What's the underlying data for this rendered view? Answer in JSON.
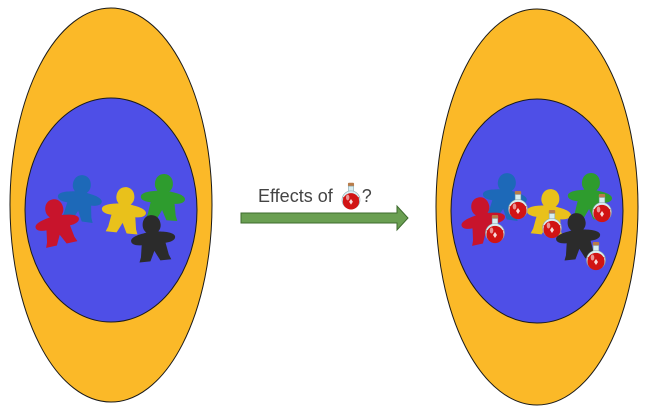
{
  "diagram": {
    "caption_prefix": "Effects of",
    "caption_suffix": "?",
    "caption_icon": "potion-icon",
    "colors": {
      "outer_ring": "#FBB928",
      "inner_disc": "#4E4FE7",
      "arrow": "#6A9F52",
      "potion_glass": "#D8EEF2",
      "potion_liquid": "#D11414",
      "potion_cork": "#B87C4A",
      "meeple_red": "#C8142C",
      "meeple_blue": "#1D69B8",
      "meeple_yellow": "#E9C11B",
      "meeple_green": "#2E9C2E",
      "meeple_black": "#2B2B2B"
    },
    "before_group": {
      "meeples": [
        "red",
        "blue",
        "yellow",
        "green",
        "black"
      ]
    },
    "after_group": {
      "meeples": [
        "red",
        "blue",
        "yellow",
        "green",
        "black"
      ],
      "potions_count": 5
    }
  }
}
